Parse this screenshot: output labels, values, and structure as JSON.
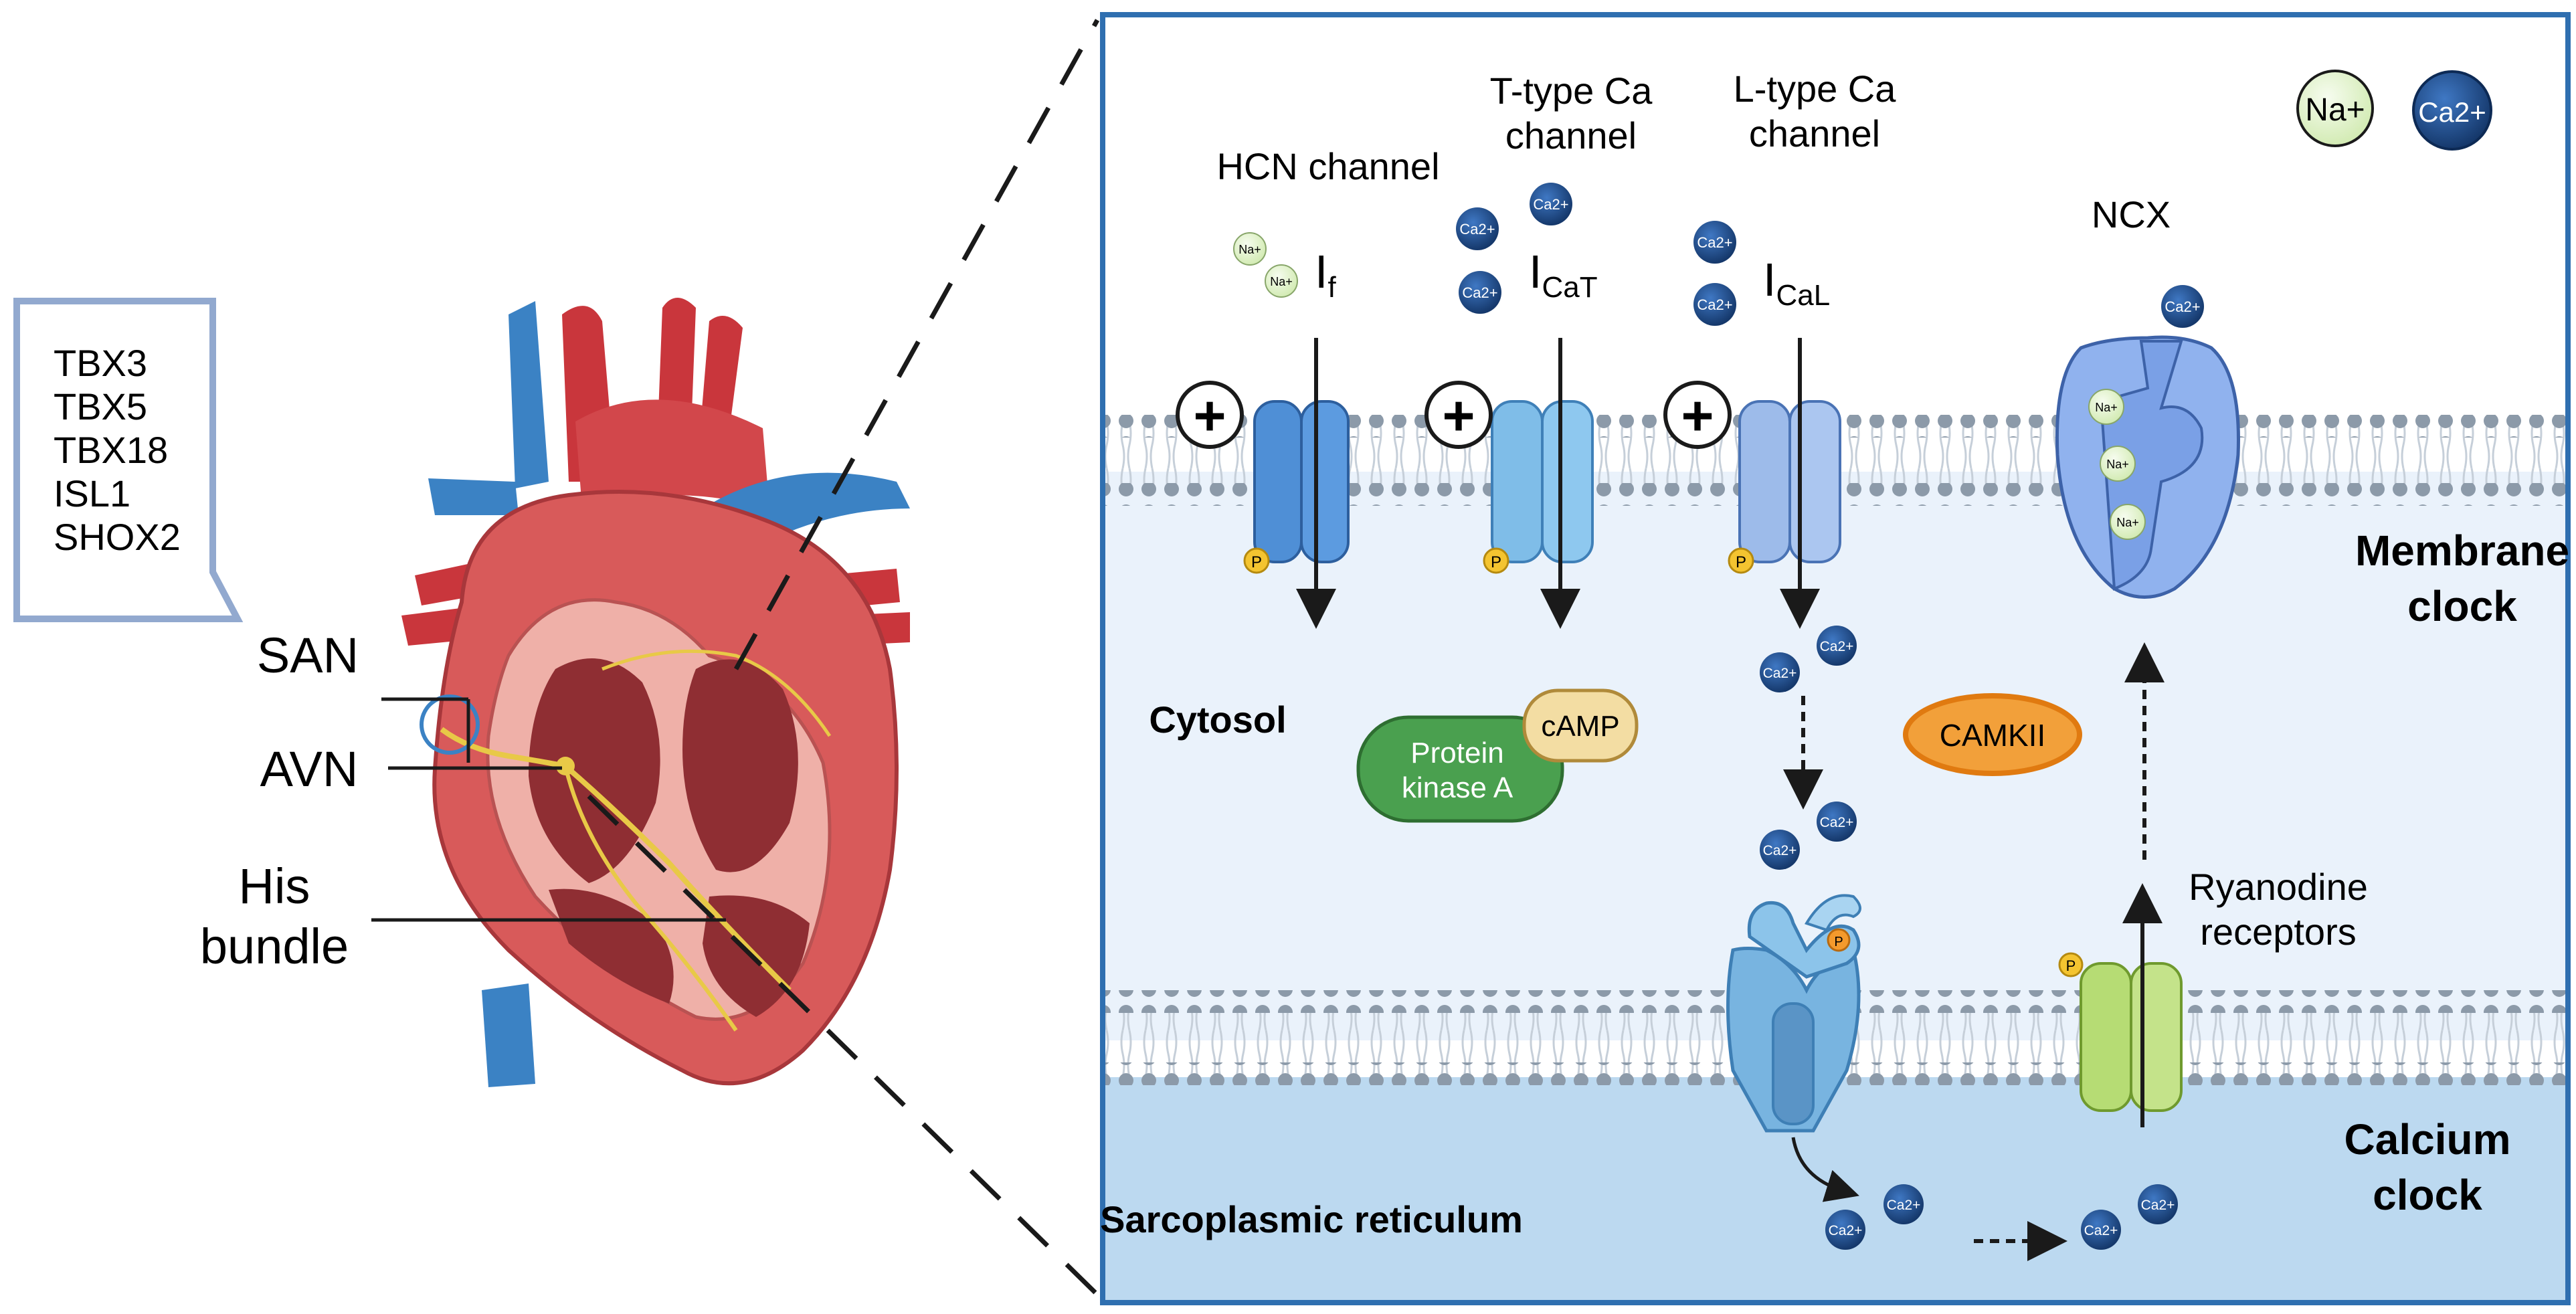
{
  "gene_list": [
    "TBX3",
    "TBX5",
    "TBX18",
    "ISL1",
    "SHOX2"
  ],
  "heart_labels": {
    "san": "SAN",
    "avn": "AVN",
    "his_line1": "His",
    "his_line2": "bundle"
  },
  "legend": {
    "na": "Na+",
    "ca": "Ca2+"
  },
  "channels": {
    "hcn": {
      "name": "HCN channel",
      "current": "I",
      "current_sub": "f"
    },
    "ttype": {
      "name_line1": "T-type Ca",
      "name_line2": "channel",
      "current": "I",
      "current_sub": "CaT"
    },
    "ltype": {
      "name_line1": "L-type Ca",
      "name_line2": "channel",
      "current": "I",
      "current_sub": "CaL"
    },
    "ncx": {
      "name": "NCX"
    }
  },
  "regions": {
    "cytosol": "Cytosol",
    "sr": "Sarcoplasmic reticulum",
    "membrane_clock_1": "Membrane",
    "membrane_clock_2": "clock",
    "calcium_clock_1": "Calcium",
    "calcium_clock_2": "clock"
  },
  "enzymes": {
    "pka_1": "Protein",
    "pka_2": "kinase A",
    "camp": "cAMP",
    "camkii": "CAMKII"
  },
  "ryr": {
    "line1": "Ryanodine",
    "line2": "receptors"
  },
  "symbols": {
    "plus": "+",
    "phospho": "P",
    "na_small": "Na+",
    "ca_small": "Ca2+"
  },
  "colors": {
    "panel_border": "#2f6fb0",
    "cytosol_bg": "#eaf2fb",
    "sr_bg": "#bcd9f0",
    "membrane_bead": "#8c9aa9",
    "hcn": "#4f8fd6",
    "ttype": "#7fbde8",
    "ltype": "#9dbbea",
    "ncx": "#90b2ee",
    "ryr_sr": "#78b4e0",
    "ryr_green": "#b6dc74",
    "pka": "#4aa04f",
    "camp": "#f3dda3",
    "camkii": "#f2a03a",
    "ca_ion": "#1f4e8f",
    "na_ion": "#e3f3cc",
    "phospho": "#f4c430"
  }
}
